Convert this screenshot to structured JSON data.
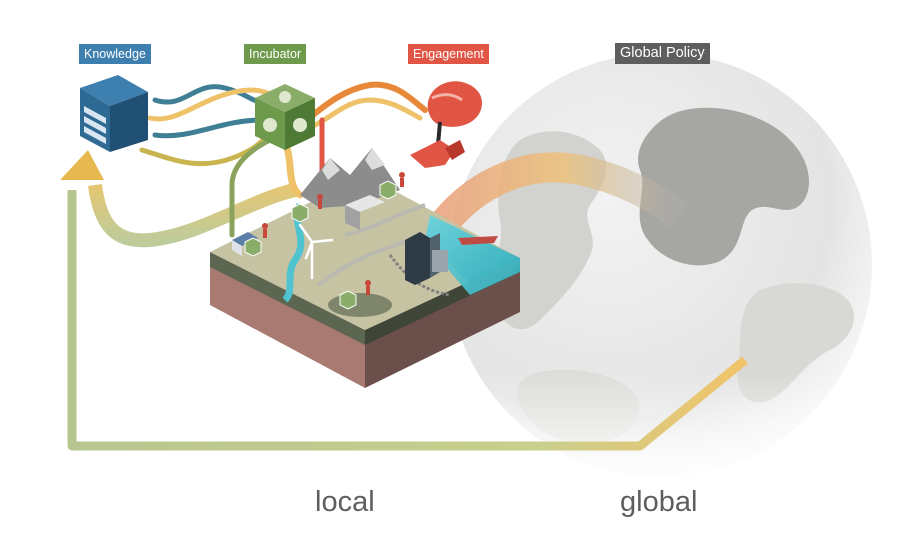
{
  "labels": {
    "knowledge": "Knowledge",
    "incubator": "Incubator",
    "engagement": "Engagement",
    "global_policy": "Global Policy"
  },
  "axis": {
    "local": "local",
    "global": "global"
  },
  "colors": {
    "knowledge": "#3d7fae",
    "incubator": "#6d9a4b",
    "engagement": "#e05544",
    "global_policy": "#5e5e5e",
    "flow_green": "#b9c68a",
    "flow_yellow": "#efc26a",
    "flow_orange": "#e8893a",
    "flow_teal": "#3e7f95",
    "water": "#4fc3cf"
  },
  "icons": [
    "building-icon",
    "cube-icon",
    "megaphone-hand-icon",
    "globe-icon",
    "wind-turbine-icon",
    "mountain-icon"
  ]
}
